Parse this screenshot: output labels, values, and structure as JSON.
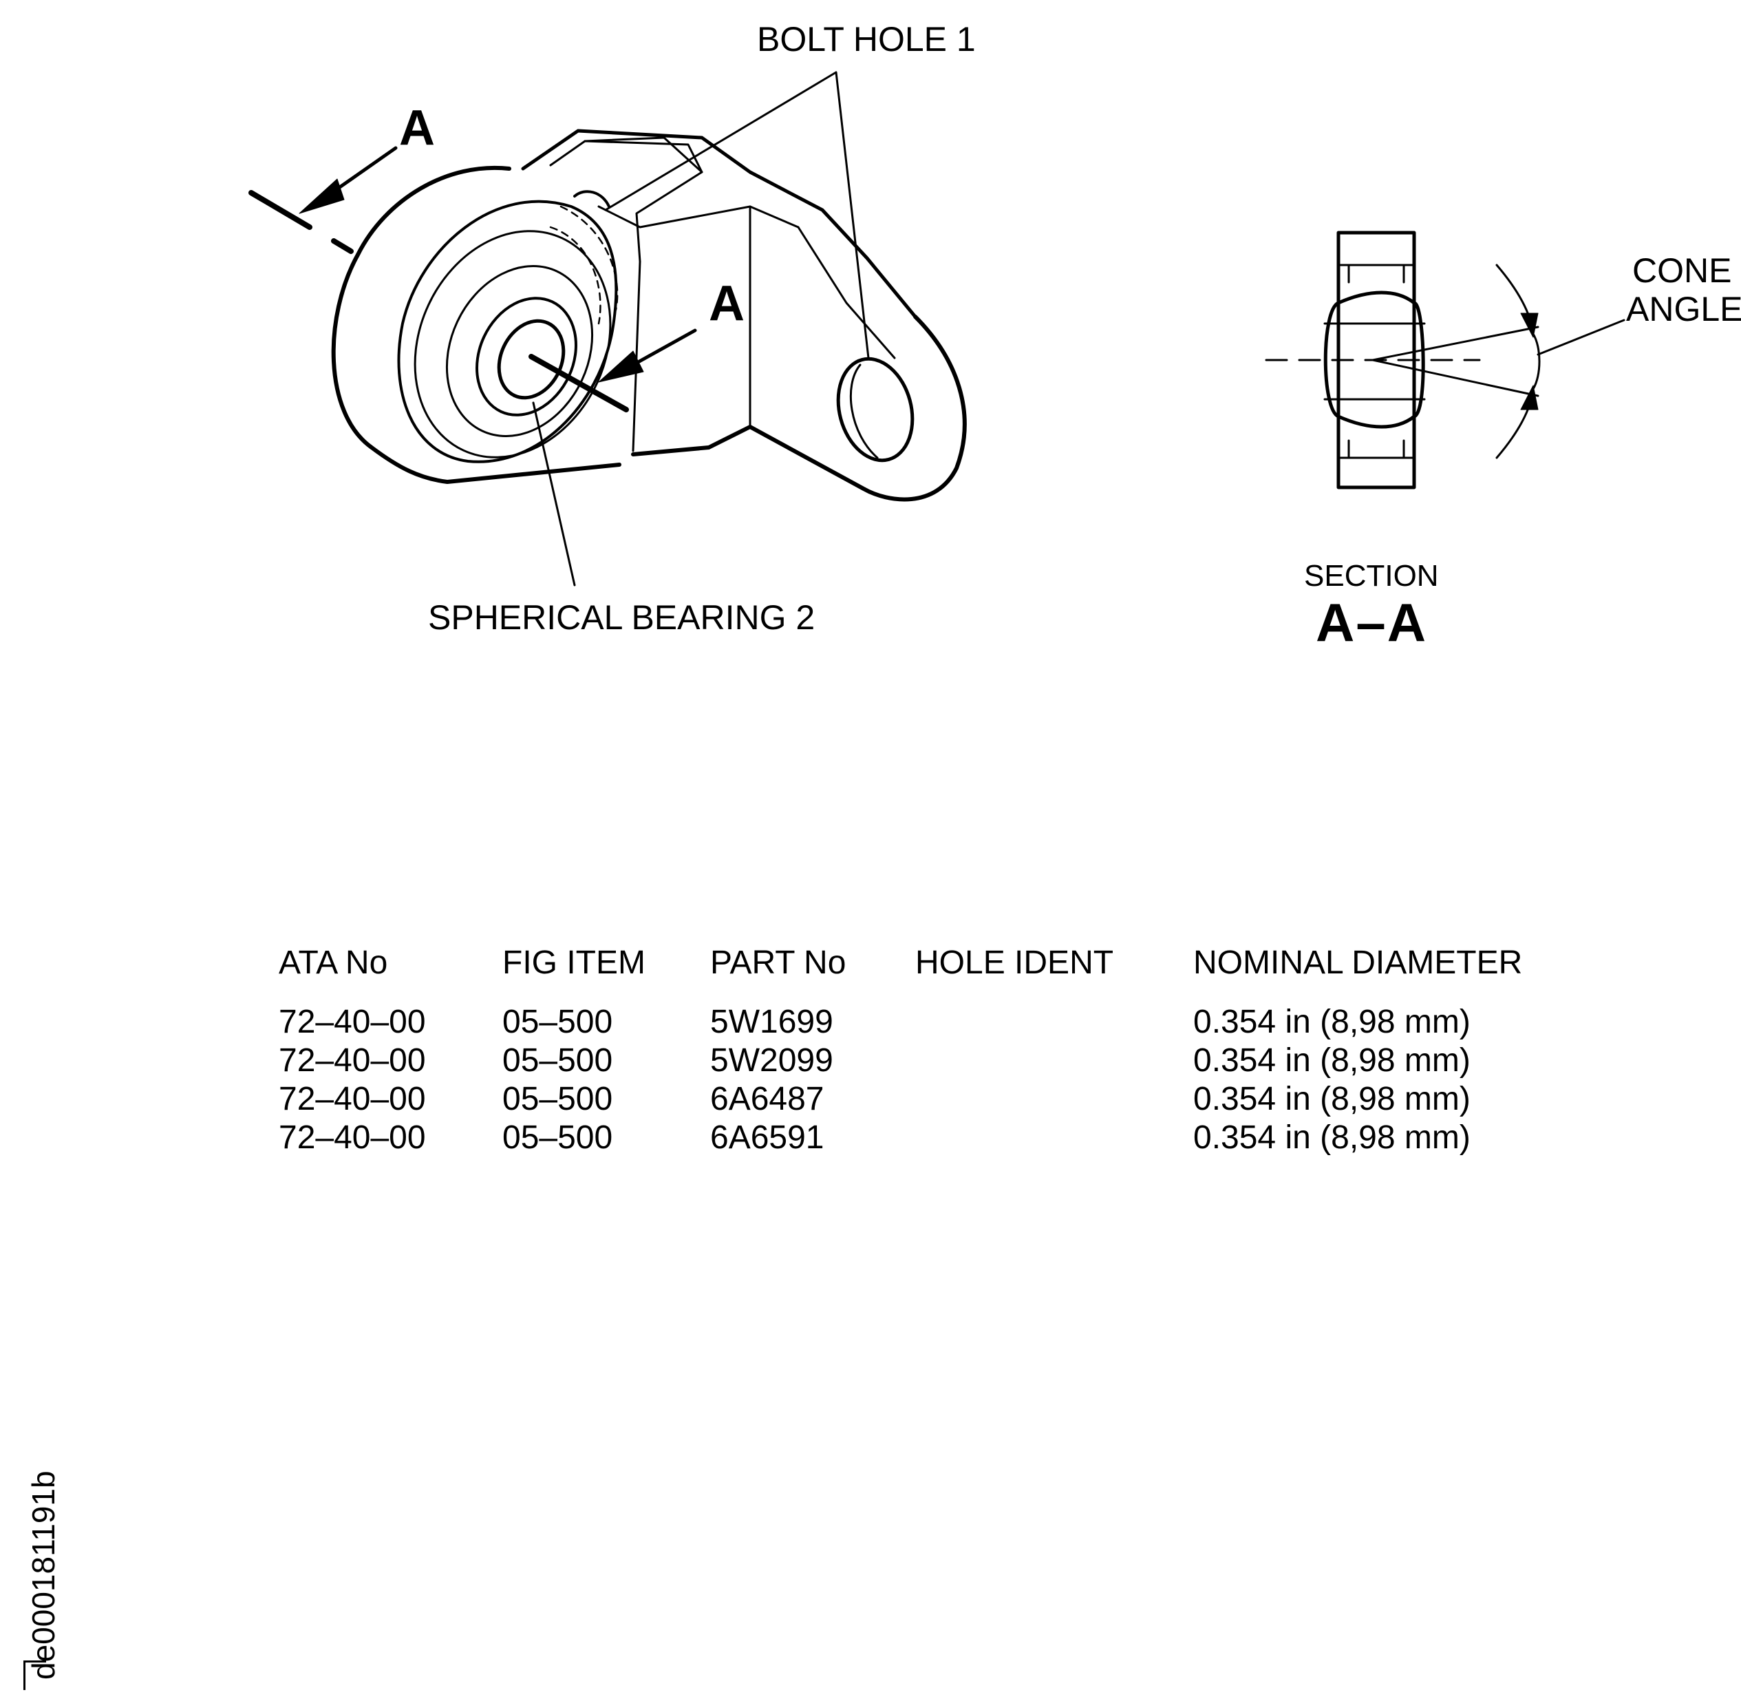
{
  "labels": {
    "bolt_hole": "BOLT HOLE 1",
    "spherical_bearing": "SPHERICAL BEARING 2",
    "arrow_a_left": "A",
    "arrow_a_right": "A",
    "cone_angle_line1": "CONE",
    "cone_angle_line2": "ANGLE",
    "section_word": "SECTION",
    "section_letters": "A–A"
  },
  "table": {
    "headers": [
      "ATA No",
      "FIG ITEM",
      "PART No",
      "HOLE IDENT",
      "NOMINAL DIAMETER"
    ],
    "rows": [
      [
        "72–40–00",
        "05–500",
        "5W1699",
        "",
        "0.354 in (8,98 mm)"
      ],
      [
        "72–40–00",
        "05–500",
        "5W2099",
        "",
        "0.354 in (8,98 mm)"
      ],
      [
        "72–40–00",
        "05–500",
        "6A6487",
        "",
        "0.354 in (8,98 mm)"
      ],
      [
        "72–40–00",
        "05–500",
        "6A6591",
        "",
        "0.354 in (8,98 mm)"
      ]
    ]
  },
  "doc_id": "de000181191b"
}
